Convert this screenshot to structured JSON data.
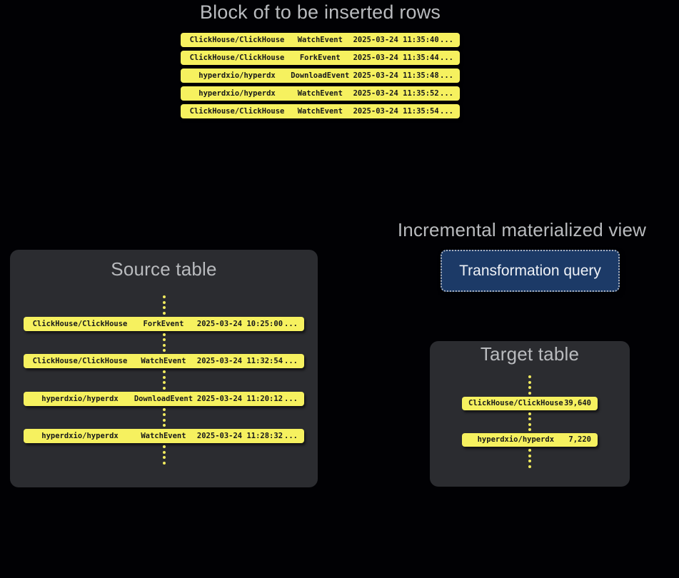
{
  "colors": {
    "bg": "#010104",
    "panel": "#2b2c30",
    "yellow": "#f6f15f",
    "rowtext": "#17181a",
    "gray": "#b9bbbe",
    "blue": "#1c3a67",
    "bluetext": "#eef1f6",
    "dot": "#f0ea5e",
    "btnborder": "#a9b1bf"
  },
  "insert_block": {
    "title": "Block of to be inserted rows",
    "rows": [
      {
        "repo": "ClickHouse/ClickHouse",
        "event": "WatchEvent",
        "timestamp": "2025-03-24 11:35:40",
        "more": "..."
      },
      {
        "repo": "ClickHouse/ClickHouse",
        "event": "ForkEvent",
        "timestamp": "2025-03-24 11:35:44",
        "more": "..."
      },
      {
        "repo": "hyperdxio/hyperdx",
        "event": "DownloadEvent",
        "timestamp": "2025-03-24 11:35:48",
        "more": "..."
      },
      {
        "repo": "hyperdxio/hyperdx",
        "event": "WatchEvent",
        "timestamp": "2025-03-24 11:35:52",
        "more": "..."
      },
      {
        "repo": "ClickHouse/ClickHouse",
        "event": "WatchEvent",
        "timestamp": "2025-03-24 11:35:54",
        "more": "..."
      }
    ]
  },
  "source_table": {
    "title": "Source table",
    "rows": [
      {
        "repo": "ClickHouse/ClickHouse",
        "event": "ForkEvent",
        "timestamp": "2025-03-24 10:25:00",
        "more": "..."
      },
      {
        "repo": "ClickHouse/ClickHouse",
        "event": "WatchEvent",
        "timestamp": "2025-03-24 11:32:54",
        "more": "..."
      },
      {
        "repo": "hyperdxio/hyperdx",
        "event": "DownloadEvent",
        "timestamp": "2025-03-24 11:20:12",
        "more": "..."
      },
      {
        "repo": "hyperdxio/hyperdx",
        "event": "WatchEvent",
        "timestamp": "2025-03-24 11:28:32",
        "more": "..."
      }
    ]
  },
  "materialized_view": {
    "title": "Incremental materialized view",
    "button_label": "Transformation query"
  },
  "target_table": {
    "title": "Target table",
    "rows": [
      {
        "repo": "ClickHouse/ClickHouse",
        "count": "39,640"
      },
      {
        "repo": "hyperdxio/hyperdx",
        "count": "7,220"
      }
    ]
  }
}
